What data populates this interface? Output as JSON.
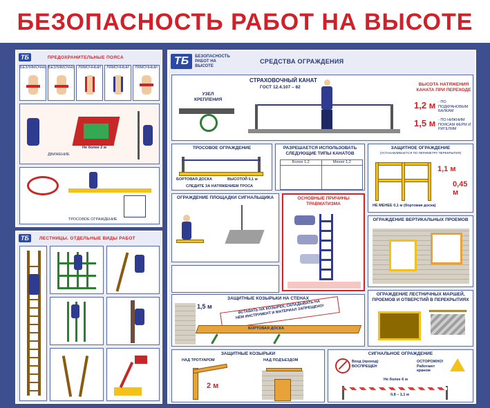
{
  "title": "БЕЗОПАСНОСТЬ РАБОТ НА ВЫСОТЕ",
  "logo_text": "ТБ",
  "panel_left_top": {
    "title": "ПРЕДОХРАНИТЕЛЬНЫЕ ПОЯСА",
    "belt_types": [
      "БЕЗЛЯМОЧНЫЙ",
      "БЕЗЛЯМОЧНЫЙ",
      "ЛЯМОЧНЫЙ",
      "ЛЯМОЧНЫЙ",
      "ЛЯМОЧНЫЙ"
    ],
    "label_1": "Не более 2 м",
    "label_2": "ДВИЖЕНИЕ",
    "label_3": "ТРОСОВОЕ ОГРАЖДЕНИЕ"
  },
  "panel_left_bottom": {
    "title": "ЛЕСТНИЦЫ. ОТДЕЛЬНЫЕ ВИДЫ РАБОТ"
  },
  "panel_main": {
    "header_sub": "БЕЗОПАСНОСТЬ РАБОТ НА ВЫСОТЕ",
    "title": "СРЕДСТВА ОГРАЖДЕНИЯ",
    "safety_rope": {
      "title": "СТРАХОВОЧНЫЙ КАНАТ",
      "gost": "ГОСТ 12.4.107 – 82",
      "node": "УЗЕЛ КРЕПЛЕНИЯ",
      "height_title": "ВЫСОТА НАТЯЖЕНИЯ КАНАТА ПРИ ПЕРЕХОДЕ",
      "h1": "1,2 м",
      "h1_label": "- ПО ПОДКРАНОВЫМ БАЛКАМ",
      "h2": "1,5 м",
      "h2_label": "- ПО НИЖНИМ ПОЯСАМ ФЕРМ И РИГЕЛЯМ"
    },
    "cable_fence": {
      "title": "ТРОСОВОЕ ОГРАЖДЕНИЕ",
      "board": "БОРТОВАЯ ДОСКА",
      "board_height": "ВЫСОТОЙ 0,1 м",
      "note": "СЛЕДИТЕ ЗА НАТЯЖЕНИЕМ ТРОСА"
    },
    "rope_types": {
      "title": "РАЗРЕШАЕТСЯ ИСПОЛЬЗОВАТЬ СЛЕДУЮЩИЕ ТИПЫ КАНАТОВ",
      "col1": "Более 1,2",
      "col2": "Менее 1,2"
    },
    "protective_fence": {
      "title": "ЗАЩИТНОЕ ОГРАЖДЕНИЕ",
      "subtitle": "(УСТАНАВЛИВАЕТСЯ ПО ПЕРИМЕТРУ ПЕРЕКРЫТИЯ)",
      "h1": "1,1 м",
      "h2": "0,45 м",
      "bottom": "НЕ МЕНЕЕ 0,1 м (бортовая доска)"
    },
    "causes": {
      "title": "ОСНОВНЫЕ ПРИЧИНЫ ТРАВМАТИЗМА"
    },
    "signal_platform": {
      "title": "ОГРАЖДЕНИЕ ПЛОЩАДКИ СИГНАЛЬЩИКА"
    },
    "vertical_openings": {
      "title": "ОГРАЖДЕНИЕ ВЕРТИКАЛЬНЫХ ПРОЕМОВ"
    },
    "wall_visors": {
      "title": "ЗАЩИТНЫЕ КОЗЫРЬКИ НА СТЕНАХ",
      "h": "1,5 м",
      "banner_1": "ВСТАВАТЬ НА КОЗЫРЕК, СКЛАДЫВАТЬ НА",
      "banner_2": "НЕМ ИНСТРУМЕНТ И МАТЕРИАЛ ЗАПРЕЩЕНО!",
      "board": "БОРТОВАЯ ДОСКА"
    },
    "stair_openings": {
      "title": "ОГРАЖДЕНИЕ ЛЕСТНИЧНЫХ МАРШЕЙ, ПРОЕМОВ И ОТВЕРСТИЙ В ПЕРЕКРЫТИЯХ"
    },
    "visors": {
      "title": "ЗАЩИТНЫЕ КОЗЫРЬКИ",
      "left": "НАД ТРОТУАРОМ",
      "right": "НАД ПОДЪЕЗДОМ",
      "h": "2 м"
    },
    "signal_fence": {
      "title": "СИГНАЛЬНОЕ ОГРАЖДЕНИЕ",
      "sign1": "Вход (проход) ВОСПРЕЩЕН",
      "sign2": "ОСТОРОЖНО! Работают краном",
      "dist": "Не более 6 м",
      "h": "0,8 – 1,1 м"
    }
  },
  "colors": {
    "title": "#d0202a",
    "board": "#3e4f8f",
    "panel_bg": "#e9ecf6",
    "accent_red": "#c62828",
    "accent_yellow": "#f2c21a",
    "worker_suit": "#2f3b8f"
  }
}
